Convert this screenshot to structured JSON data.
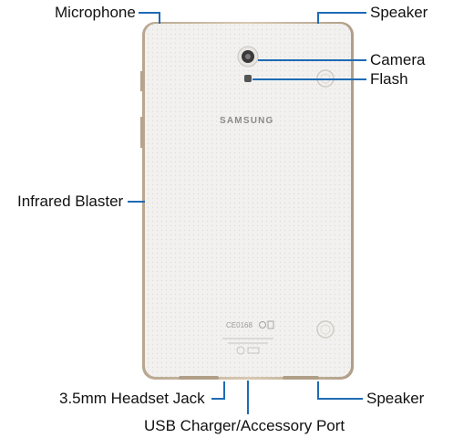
{
  "device": {
    "brand": "SAMSUNG",
    "regulatory_mark": "CE0168"
  },
  "callouts": {
    "microphone": "Microphone",
    "speaker_top": "Speaker",
    "camera": "Camera",
    "flash": "Flash",
    "infrared_blaster": "Infrared Blaster",
    "headset_jack": "3.5mm Headset Jack",
    "speaker_bottom": "Speaker",
    "usb_port": "USB Charger/Accessory Port"
  },
  "colors": {
    "callout_line": "#1f6bb5",
    "tablet_body": "#f1f0ee",
    "tablet_edge": "#c9b9a4",
    "label_text": "#111111"
  }
}
